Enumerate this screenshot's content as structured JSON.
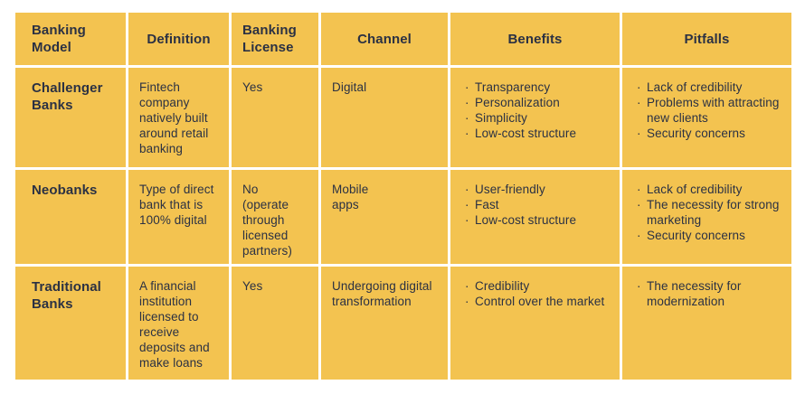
{
  "colors": {
    "cell_background": "#F3C350",
    "text": "#2B3143",
    "page_background": "#FFFFFF"
  },
  "header": {
    "columns": [
      "Banking Model",
      "Definition",
      "Banking License",
      "Channel",
      "Benefits",
      "Pitfalls"
    ]
  },
  "rows": [
    {
      "model": "Challenger Banks",
      "definition": "Fintech company natively built around retail banking",
      "license": "Yes",
      "channel": "Digital",
      "benefits": [
        "Transparency",
        "Personalization",
        "Simplicity",
        "Low-cost structure"
      ],
      "pitfalls": [
        "Lack of credibility",
        "Problems with attracting new clients",
        "Security concerns"
      ]
    },
    {
      "model": "Neobanks",
      "definition": "Type of direct bank that is 100% digital",
      "license": "No\n(operate through licensed partners)",
      "channel": "Mobile\napps",
      "benefits": [
        "User-friendly",
        "Fast",
        "Low-cost structure"
      ],
      "pitfalls": [
        "Lack of credibility",
        "The necessity for strong marketing",
        "Security concerns"
      ]
    },
    {
      "model": "Traditional Banks",
      "definition": "A financial institution licensed to receive deposits and make loans",
      "license": "Yes",
      "channel": "Undergoing digital transformation",
      "benefits": [
        "Credibility",
        "Control over the market"
      ],
      "pitfalls": [
        "The necessity for modernization"
      ]
    }
  ]
}
